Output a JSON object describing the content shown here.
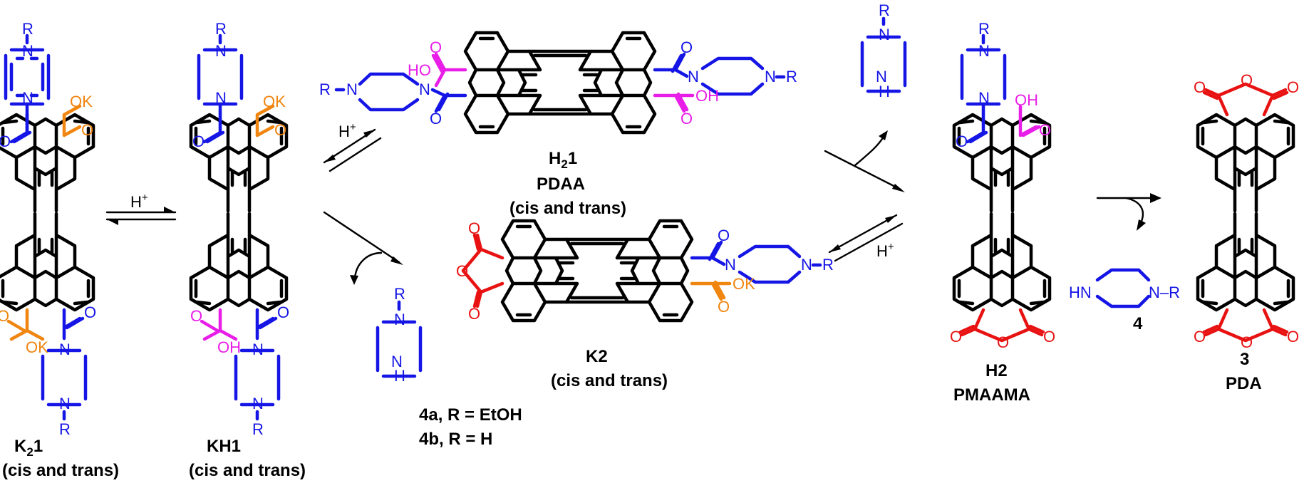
{
  "compounds": {
    "k2_1": {
      "name_main": "K",
      "name_sub": "2",
      "name_end": "1",
      "note": "(cis and trans)"
    },
    "kh1": {
      "name": "KH1",
      "note": "(cis and trans)"
    },
    "h2_1": {
      "name_main": "H",
      "name_sub": "2",
      "name_end": "1",
      "abbr": "PDAA",
      "note": "(cis and trans)"
    },
    "k2": {
      "name": "K2",
      "note": "(cis and trans)"
    },
    "h2": {
      "name": "H2",
      "abbr": "PMAAMA"
    },
    "pda": {
      "name": "3",
      "abbr": "PDA"
    },
    "pip4": {
      "name": "4"
    },
    "pip4ab": {
      "line_a": "4a, R = EtOH",
      "line_b": "4b, R = H"
    }
  },
  "atoms": {
    "R": "R",
    "N": "N",
    "O": "O",
    "OK": "OK",
    "OH": "OH",
    "HO": "HO",
    "H": "H",
    "HN": "HN",
    "R_N": "R–N",
    "N_R": "N–R"
  },
  "reagents": {
    "H": "H",
    "plus": "+"
  },
  "colors": {
    "amide_piperazine": "#1515e6",
    "potassium_carboxylate": "#f0850f",
    "carboxylic_acid": "#e81ee8",
    "anhydride": "#e81212",
    "core": "#000000"
  }
}
